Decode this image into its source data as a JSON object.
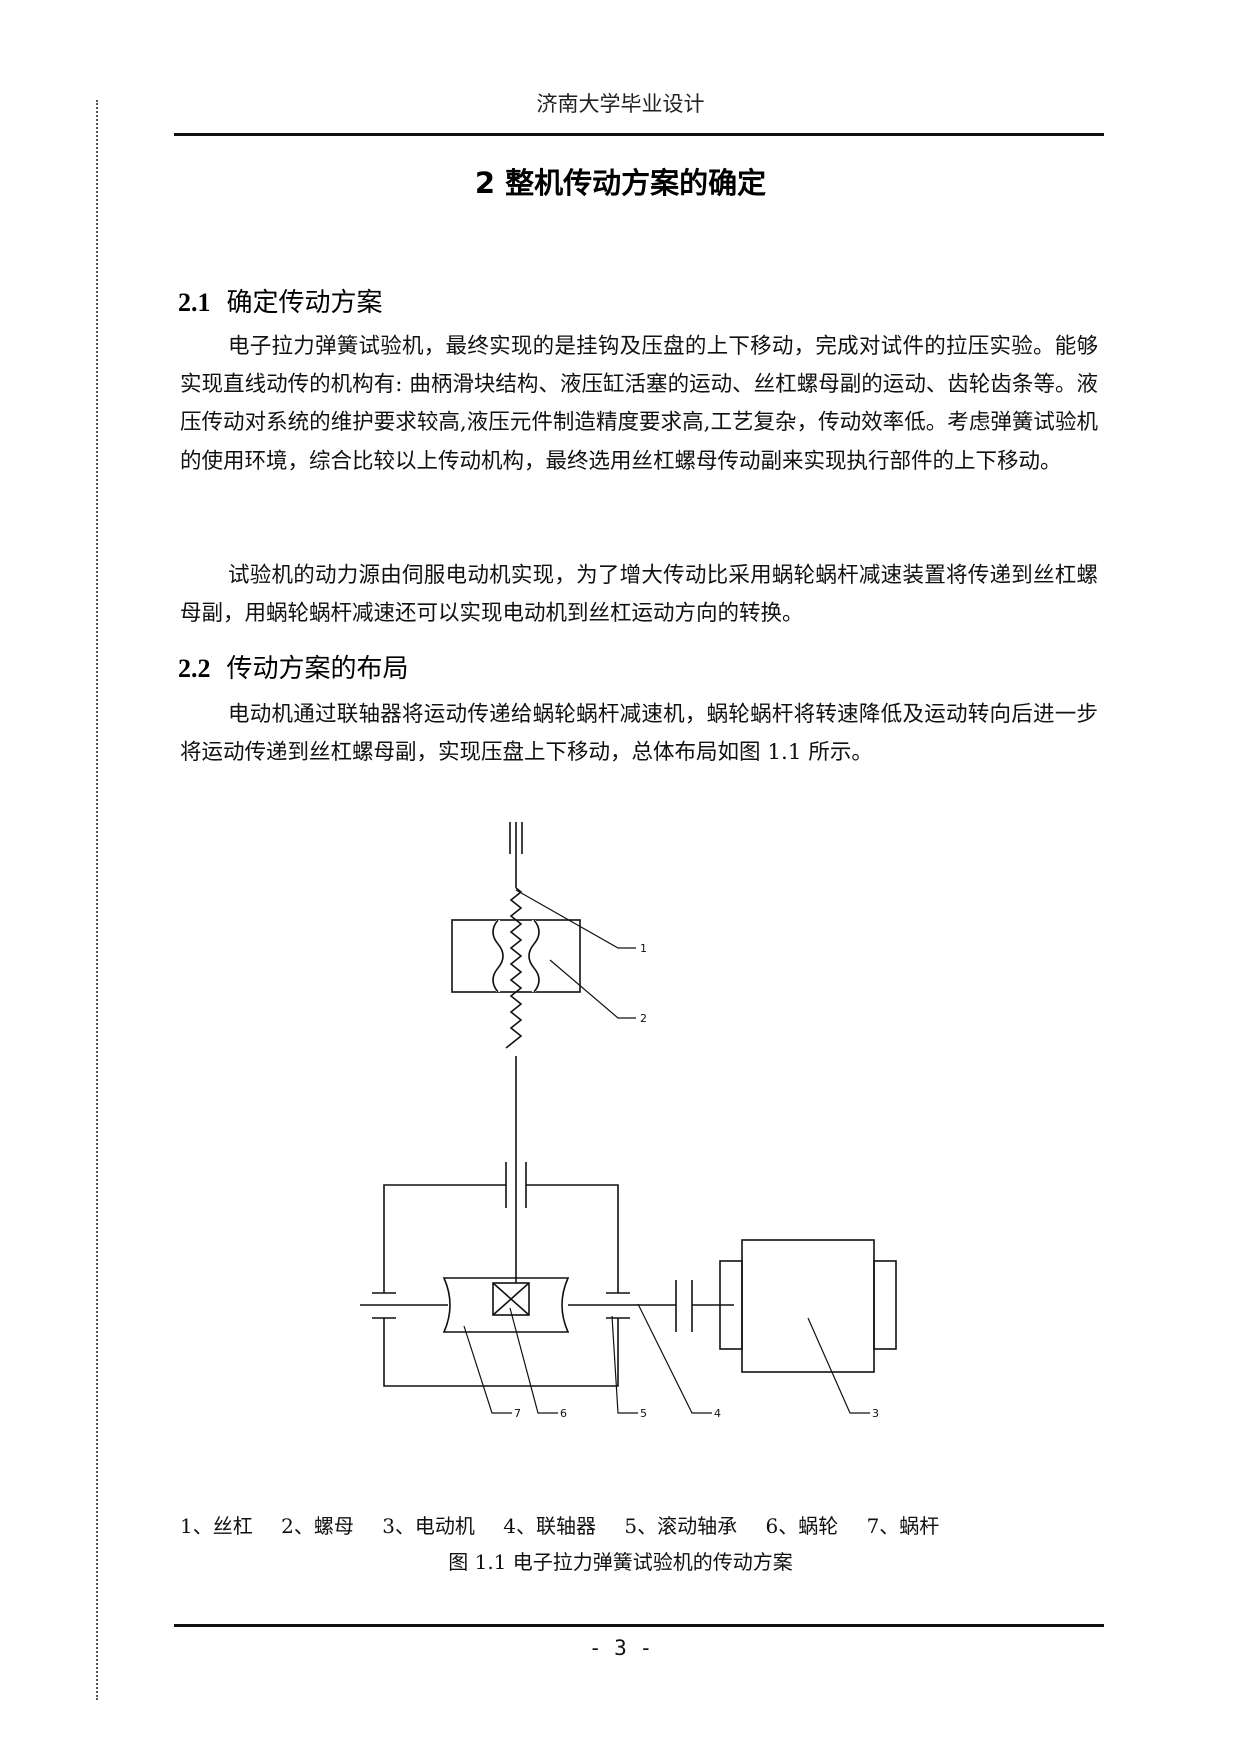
{
  "header": {
    "text": "济南大学毕业设计"
  },
  "chapter": {
    "title": "2  整机传动方案的确定"
  },
  "sections": [
    {
      "number": "2.1",
      "title": "确定传动方案",
      "paragraphs": [
        "电子拉力弹簧试验机，最终实现的是挂钩及压盘的上下移动，完成对试件的拉压实验。能够实现直线动传的机构有: 曲柄滑块结构、液压缸活塞的运动、丝杠螺母副的运动、齿轮齿条等。液压传动对系统的维护要求较高,液压元件制造精度要求高,工艺复杂，传动效率低。考虑弹簧试验机的使用环境，综合比较以上传动机构，最终选用丝杠螺母传动副来实现执行部件的上下移动。",
        "试验机的动力源由伺服电动机实现，为了增大传动比采用蜗轮蜗杆减速装置将传递到丝杠螺母副，用蜗轮蜗杆减速还可以实现电动机到丝杠运动方向的转换。"
      ]
    },
    {
      "number": "2.2",
      "title": "传动方案的布局",
      "paragraphs": [
        "电动机通过联轴器将运动传递给蜗轮蜗杆减速机，蜗轮蜗杆将转速降低及运动转向后进一步将运动传递到丝杠螺母副，实现压盘上下移动，总体布局如图 1.1 所示。"
      ]
    }
  ],
  "figure": {
    "callouts": [
      "1",
      "2",
      "3",
      "4",
      "5",
      "6",
      "7"
    ],
    "legend": [
      "1、丝杠",
      "2、螺母",
      "3、电动机",
      "4、联轴器",
      "5、滚动轴承",
      "6、蜗轮",
      "7、蜗杆"
    ],
    "caption": "图 1.1  电子拉力弹簧试验机的传动方案"
  },
  "footer": {
    "page_number": "- 3 -"
  }
}
